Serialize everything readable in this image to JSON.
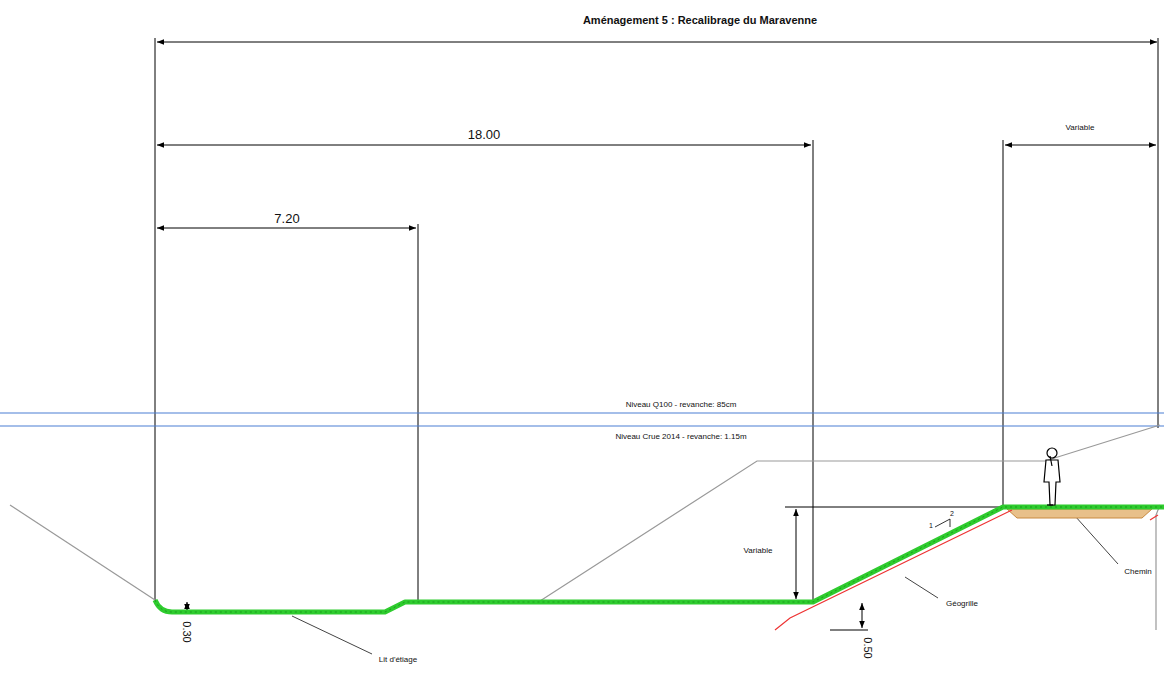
{
  "diagram": {
    "title": "Aménagement 5 : Recalibrage du Maravenne",
    "labels": [
      "18.00",
      "7.20",
      "Variable",
      "Niveau Q100 - revanche: 85cm",
      "Niveau Crue 2014 - revanche: 1.15m",
      "Variable",
      "2",
      "1",
      "Chemin",
      "Géogrille",
      "0.30",
      "0.50",
      "Lit d'étiage"
    ]
  }
}
